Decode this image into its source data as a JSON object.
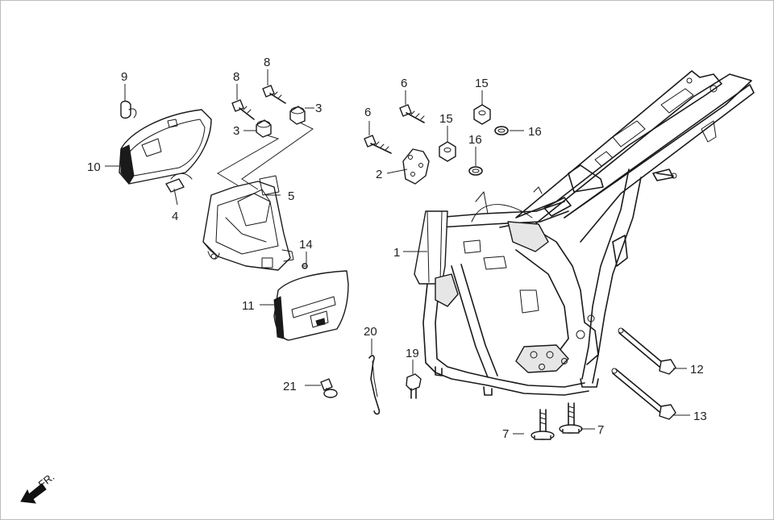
{
  "diagram": {
    "direction_label": "FR.",
    "callouts": [
      {
        "id": "c1",
        "label": "1"
      },
      {
        "id": "c2",
        "label": "2"
      },
      {
        "id": "c3a",
        "label": "3"
      },
      {
        "id": "c3b",
        "label": "3"
      },
      {
        "id": "c4",
        "label": "4"
      },
      {
        "id": "c5",
        "label": "5"
      },
      {
        "id": "c6a",
        "label": "6"
      },
      {
        "id": "c6b",
        "label": "6"
      },
      {
        "id": "c7a",
        "label": "7"
      },
      {
        "id": "c7b",
        "label": "7"
      },
      {
        "id": "c8a",
        "label": "8"
      },
      {
        "id": "c8b",
        "label": "8"
      },
      {
        "id": "c9",
        "label": "9"
      },
      {
        "id": "c10",
        "label": "10"
      },
      {
        "id": "c11",
        "label": "11"
      },
      {
        "id": "c12",
        "label": "12"
      },
      {
        "id": "c13",
        "label": "13"
      },
      {
        "id": "c14",
        "label": "14"
      },
      {
        "id": "c15a",
        "label": "15"
      },
      {
        "id": "c15b",
        "label": "15"
      },
      {
        "id": "c16a",
        "label": "16"
      },
      {
        "id": "c16b",
        "label": "16"
      },
      {
        "id": "c19",
        "label": "19"
      },
      {
        "id": "c20",
        "label": "20"
      },
      {
        "id": "c21",
        "label": "21"
      }
    ]
  }
}
